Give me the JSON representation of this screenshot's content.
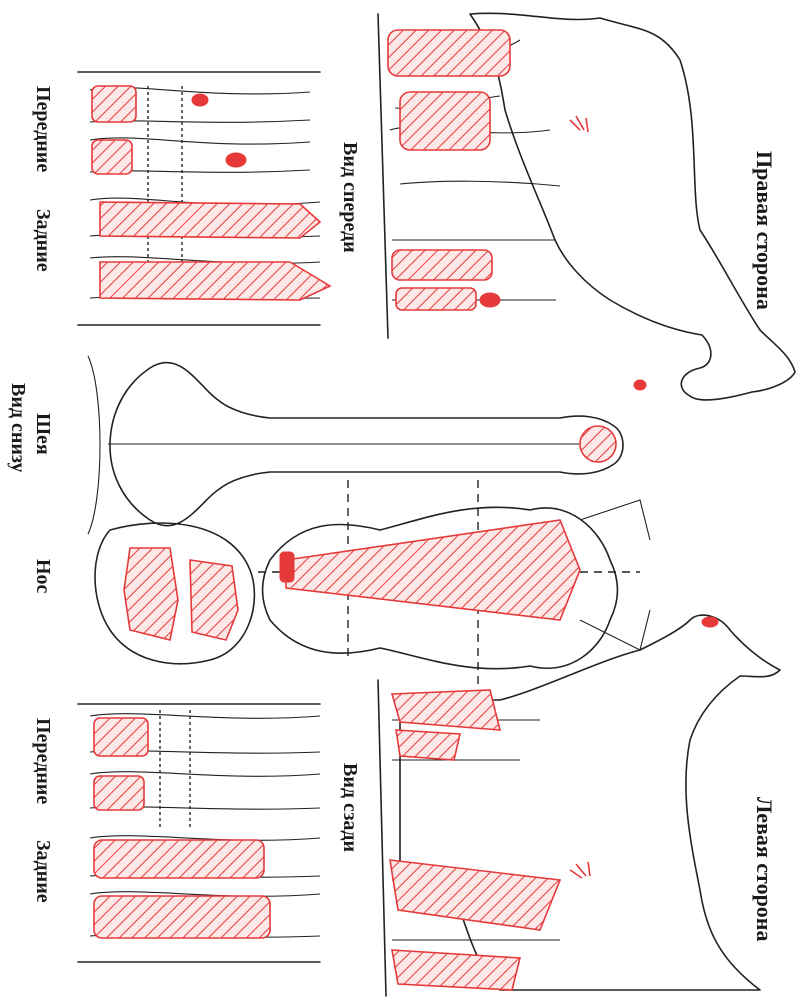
{
  "labels": {
    "right_side": "Правая сторона",
    "left_side": "Левая сторона",
    "front_view": "Вид спереди",
    "rear_view": "Вид сзади",
    "front_legs_top": "Передние",
    "hind_legs_top": "Задние",
    "front_legs_bottom": "Передние",
    "hind_legs_bottom": "Задние",
    "neck": "Шея",
    "bottom_view": "Вид снизу",
    "nose": "Нос"
  },
  "colors": {
    "lesion_marking": "#e63a3a",
    "outline": "#222222"
  }
}
